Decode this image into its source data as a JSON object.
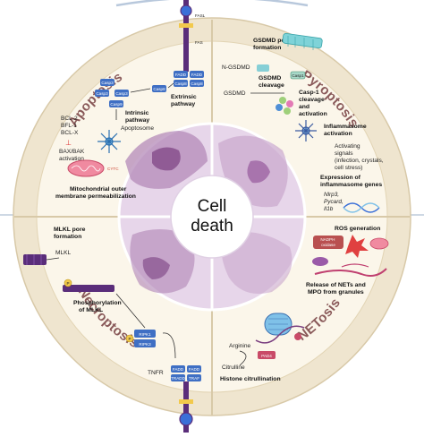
{
  "center": {
    "line1": "Cell",
    "line2": "death"
  },
  "quadrants": {
    "apoptosis": "Apoptosis",
    "pyroptosis": "Pyroptosis",
    "necroptosis": "Necroptosis",
    "netosis": "NETosis"
  },
  "apoptosis": {
    "fasl": "FASL",
    "fas": "FAS",
    "fadd": "FADD",
    "casp8": "Casp8",
    "extrinsic": [
      "Extrinsic",
      "pathway"
    ],
    "casp3": "Casp3",
    "casp9": "Casp9",
    "intrinsic": [
      "Intrinsic",
      "pathway"
    ],
    "apoptosome": "Apoptosome",
    "bcl": [
      "BCL-2",
      "BFL-1",
      "BCL-X"
    ],
    "baxbak": [
      "BAX/BAK",
      "activation"
    ],
    "cytc": "CYTC",
    "mito": [
      "Mitochondrial outer",
      "membrane permeabilization"
    ]
  },
  "pyroptosis": {
    "gsdmd_pore": [
      "GSDMD pore",
      "formation"
    ],
    "n_gsdmd": "N-GSDMD",
    "gsdmd_cleavage": [
      "GSDMD",
      "cleavage"
    ],
    "casp1": "Casp1",
    "gsdmd": "GSDMD",
    "casp1_cleavage": [
      "Casp-1",
      "cleavage",
      "and",
      "activation"
    ],
    "inflammasome": [
      "Inflammasome",
      "activation"
    ],
    "signals": [
      "Activating",
      "signals",
      "(infection, crystals,",
      "cell stress)"
    ],
    "expression": [
      "Expression of",
      "inflammasome genes"
    ],
    "genes": [
      "Nlrp3,",
      "Pycard,",
      "Il1b"
    ]
  },
  "necroptosis": {
    "mlkl_pore": [
      "MLKL pore",
      "formation"
    ],
    "mlkl": "MLKL",
    "phospho": [
      "Phosphorylation",
      "of MLKL"
    ],
    "p": "P",
    "ripk1": "RIPK1",
    "ripk3": "RIPK3",
    "tnfr": "TNFR",
    "fadd": "FADD",
    "tradd": "TRADD",
    "traf": "TRAF"
  },
  "netosis": {
    "ros": "ROS generation",
    "nadph": [
      "NADPH",
      "oxidase"
    ],
    "nets": [
      "Release of NETs and",
      "MPO from granules"
    ],
    "arginine": "Arginine",
    "pad4": "PAD4",
    "citrulline": "Citrulline",
    "histone": "Histone citrullination"
  },
  "colors": {
    "ring_outer": "#efe5cf",
    "inner_bg": "#fbf6ea",
    "cell_purple": "#b48ab8",
    "cell_dark": "#7a3f80",
    "caspase_blue": "#3f6fc4",
    "receptor_purple": "#5a2d7a",
    "ring_text": "#8a5a5a"
  }
}
